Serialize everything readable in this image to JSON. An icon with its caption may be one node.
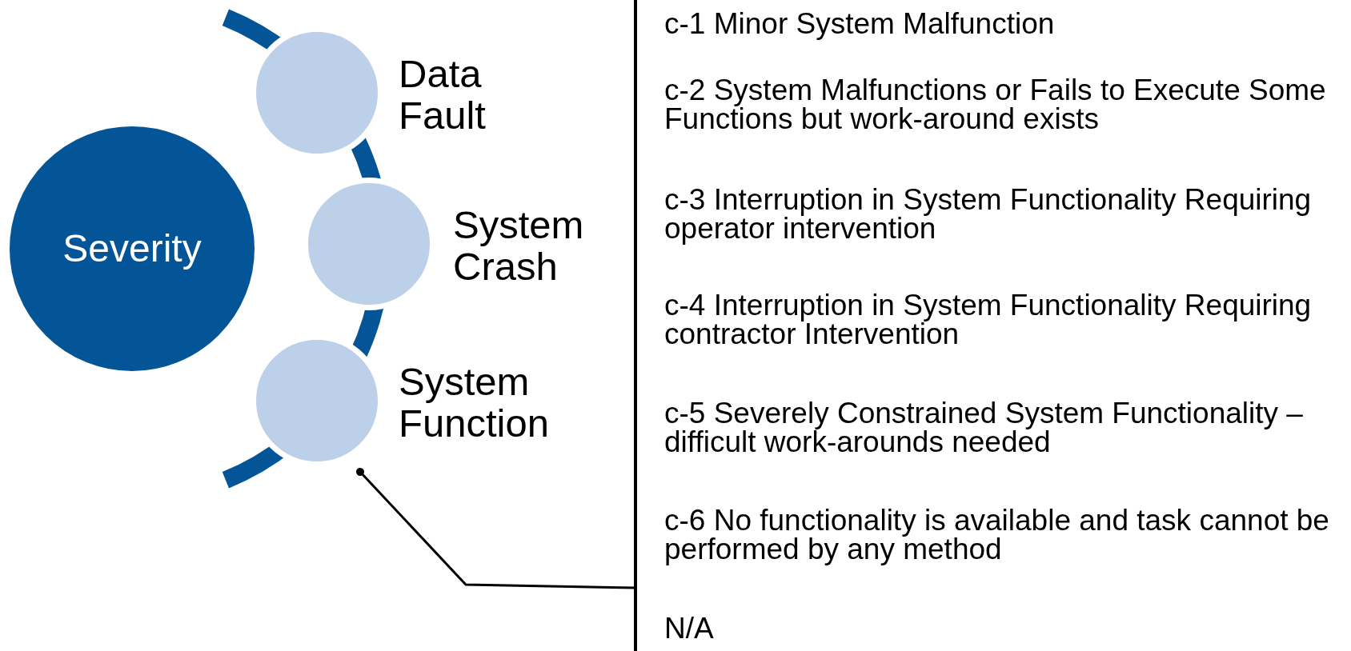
{
  "diagram": {
    "nodes": [
      {
        "text": [
          "Severity"
        ]
      },
      {
        "text": [],
        "shape": "circle",
        "beside": [
          "Data Fault"
        ]
      },
      {
        "text": [],
        "shape": "circle",
        "beside": [
          "System Crash"
        ]
      },
      {
        "text": [],
        "shape": "circle",
        "beside": [
          "System Function"
        ]
      },
      {
        "text": [
          "c-1 Minor System Malfunction",
          "c-2 System Malfunctions or Fails to Execute Some Functions but work-around exists",
          "c-3 Interruption in System Functionality Requiring operator intervention",
          "c-4 Interruption in System Functionality Requiring contractor Intervention",
          "c-5 Severely Constrained System Functionality – difficult work-arounds needed",
          "c-6 No functionality is available and task cannot be performed by any method",
          "N/A"
        ]
      }
    ],
    "edges": [
      {
        "from": 3,
        "to": 4,
        "arrow": "other"
      }
    ]
  }
}
